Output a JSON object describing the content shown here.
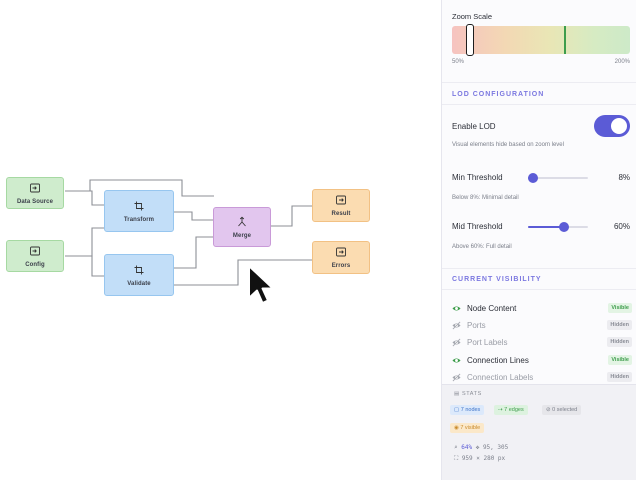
{
  "nodes": {
    "data_source": "Data Source",
    "config": "Config",
    "transform": "Transform",
    "validate": "Validate",
    "merge": "Merge",
    "result": "Result",
    "errors": "Errors"
  },
  "panel": {
    "zoom_scale": {
      "label": "Zoom Scale",
      "min_label": "50%",
      "max_label": "200%",
      "value_fraction": 0.1,
      "marker_fraction": 0.63
    },
    "lod_section": "LOD CONFIGURATION",
    "enable_lod": {
      "label": "Enable LOD",
      "on": true,
      "help": "Visual elements hide based on zoom level"
    },
    "min_threshold": {
      "label": "Min Threshold",
      "value": "8%",
      "percent": 8,
      "help": "Below 8%: Minimal detail"
    },
    "mid_threshold": {
      "label": "Mid Threshold",
      "value": "60%",
      "percent": 60,
      "help": "Above 60%: Full detail"
    },
    "visibility_section": "CURRENT VISIBILITY",
    "visibility": [
      {
        "name": "Node Content",
        "status": "Visible",
        "visible": true
      },
      {
        "name": "Ports",
        "status": "Hidden",
        "visible": false
      },
      {
        "name": "Port Labels",
        "status": "Hidden",
        "visible": false
      },
      {
        "name": "Connection Lines",
        "status": "Visible",
        "visible": true
      },
      {
        "name": "Connection Labels",
        "status": "Hidden",
        "visible": false
      }
    ],
    "stats": {
      "title": "STATS",
      "nodes": "7 nodes",
      "edges": "7 edges",
      "selected": "0 selected",
      "visible": "7 visible",
      "zoom": "64%",
      "position": "95, 305",
      "size": "959 × 280 px"
    }
  },
  "colors": {
    "accent": "#5b5bd6",
    "visible": "#3e9d4c",
    "hidden": "#8a8d96"
  }
}
